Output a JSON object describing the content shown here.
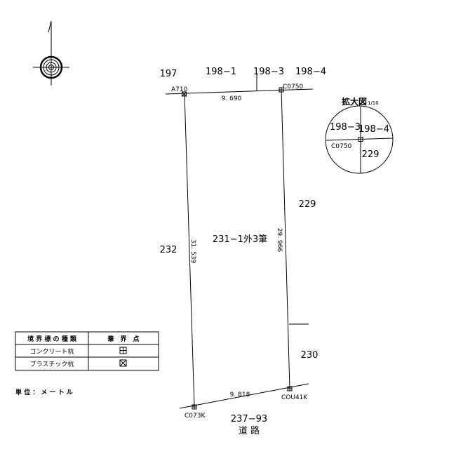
{
  "north_arrow": {
    "icon": "north-arrow-icon"
  },
  "parcels": {
    "p197": "197",
    "p198_1": "198−1",
    "p198_3": "198−3",
    "p198_4": "198−4",
    "p229": "229",
    "p232": "232",
    "p230": "230",
    "p237_93": "237−93",
    "road": "道 路",
    "main": "231−1外3筆"
  },
  "points": {
    "a710": "A710",
    "c0750": "C0750",
    "c073k": "C073K",
    "cou41k": "COU41K"
  },
  "distances": {
    "top": "9. 690",
    "right": "29. 966",
    "left": "31. 539",
    "bottom": "9. 818"
  },
  "inset": {
    "title": "拡大図",
    "scale": "1/10",
    "tl": "198−3",
    "tr": "198−4",
    "point": "C0750",
    "br": "229"
  },
  "legend": {
    "header_type": "境 界 標 の 種 類",
    "header_point": "筆　界　点",
    "rows": [
      {
        "type": "コンクリート杭",
        "icon": "concrete-pile-icon"
      },
      {
        "type": "プラスチック杭",
        "icon": "plastic-pile-icon"
      }
    ]
  },
  "unit_label": "単 位 ： メ ー ト ル"
}
